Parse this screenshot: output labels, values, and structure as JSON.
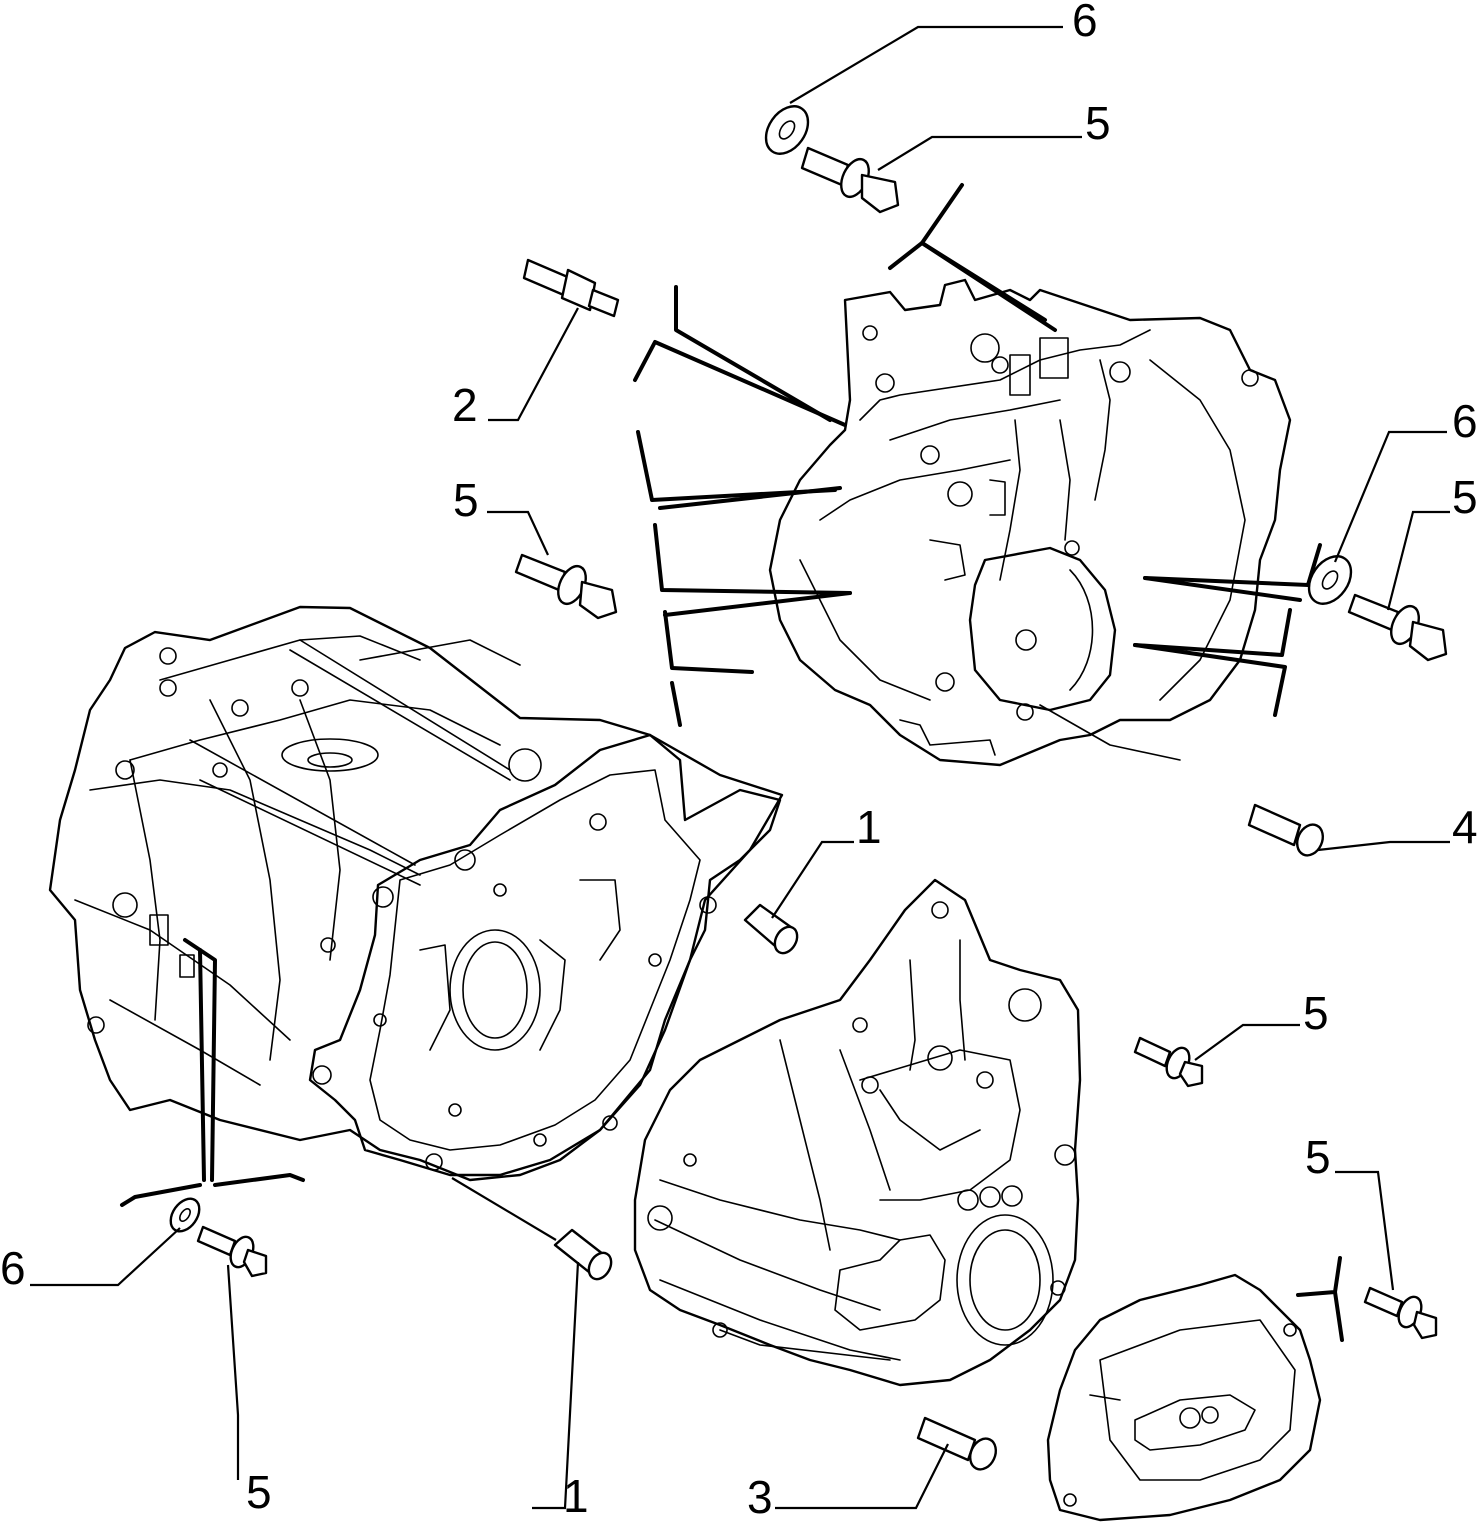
{
  "diagram": {
    "callouts": [
      {
        "id": "c6a",
        "text": "6"
      },
      {
        "id": "c5a",
        "text": "5"
      },
      {
        "id": "c2",
        "text": "2"
      },
      {
        "id": "c5b",
        "text": "5"
      },
      {
        "id": "c6b",
        "text": "6"
      },
      {
        "id": "c5c",
        "text": "5"
      },
      {
        "id": "c4",
        "text": "4"
      },
      {
        "id": "c1a",
        "text": "1"
      },
      {
        "id": "c5d",
        "text": "5"
      },
      {
        "id": "c5e",
        "text": "5"
      },
      {
        "id": "c6c",
        "text": "6"
      },
      {
        "id": "c5f",
        "text": "5"
      },
      {
        "id": "c1b",
        "text": "1"
      },
      {
        "id": "c3",
        "text": "3"
      }
    ]
  }
}
